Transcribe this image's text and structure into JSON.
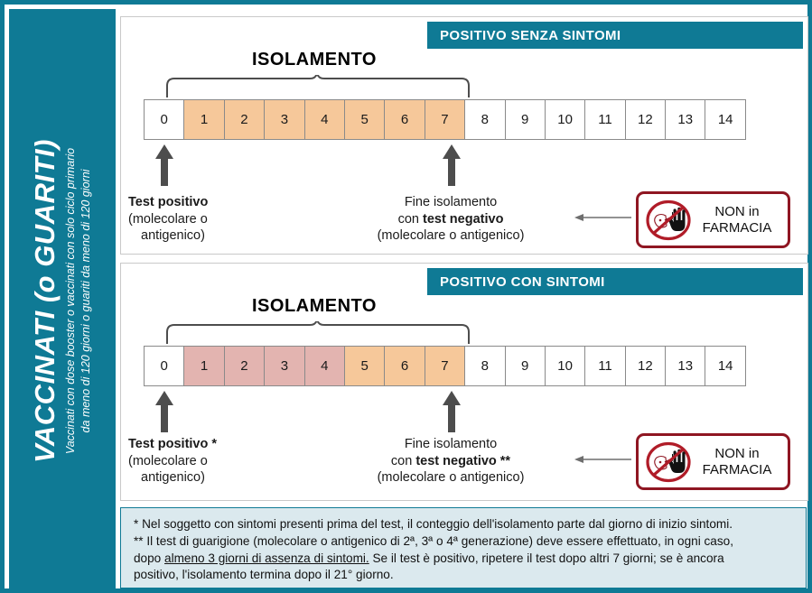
{
  "sidebar": {
    "title": "VACCINATI (o GUARITI)",
    "subtitle_line1": "Vaccinati con dose booster o vaccinati con solo ciclo primario",
    "subtitle_line2": "da meno di 120 giorni o guariti da meno di 120 giorni"
  },
  "colors": {
    "teal": "#0f7a95",
    "orange": "#f6c89a",
    "pink": "#e3b4b0",
    "darkred": "#8f1622",
    "arrow_gray": "#4d4d4d",
    "note_bg": "#dbe9ee"
  },
  "days": [
    "0",
    "1",
    "2",
    "3",
    "4",
    "5",
    "6",
    "7",
    "8",
    "9",
    "10",
    "11",
    "12",
    "13",
    "14"
  ],
  "sections": [
    {
      "banner": "POSITIVO SENZA SINTOMI",
      "isolation_label": "ISOLAMENTO",
      "highlight": {
        "orange_from": 1,
        "orange_to": 7,
        "pink_from": 0,
        "pink_to": 0
      },
      "left_caption": {
        "line1": "Test positivo",
        "line2": "(molecolare o",
        "line3": "antigenico)"
      },
      "right_caption": {
        "line1": "Fine isolamento",
        "line2_prefix": "con ",
        "line2_bold": "test negativo",
        "line2_suffix": "",
        "line3": "(molecolare o antigenico)"
      },
      "pharmacy": {
        "line1": "NON in",
        "line2": "FARMACIA",
        "icon": "no-hand-swab-icon"
      }
    },
    {
      "banner": "POSITIVO CON SINTOMI",
      "isolation_label": "ISOLAMENTO",
      "highlight": {
        "orange_from": 5,
        "orange_to": 7,
        "pink_from": 1,
        "pink_to": 4
      },
      "left_caption": {
        "line1": "Test positivo *",
        "line2": "(molecolare o",
        "line3": "antigenico)"
      },
      "right_caption": {
        "line1": "Fine isolamento",
        "line2_prefix": "con ",
        "line2_bold": "test negativo",
        "line2_suffix": " **",
        "line3": "(molecolare o antigenico)"
      },
      "pharmacy": {
        "line1": "NON in",
        "line2": "FARMACIA",
        "icon": "no-hand-swab-icon"
      }
    }
  ],
  "footnote": {
    "line1": "* Nel soggetto con sintomi presenti prima del test, il conteggio dell'isolamento parte dal giorno di inizio sintomi.",
    "line2_a": "** Il test di guarigione (molecolare o antigenico di 2ª, 3ª o 4ª generazione) deve essere effettuato, in ogni caso,",
    "line2_b": "dopo ",
    "line2_underline": "almeno 3 giorni di assenza di sintomi.",
    "line2_c": " Se il test è positivo, ripetere il test dopo altri 7 giorni; se è ancora",
    "line3": "positivo, l'isolamento termina dopo il 21° giorno."
  }
}
